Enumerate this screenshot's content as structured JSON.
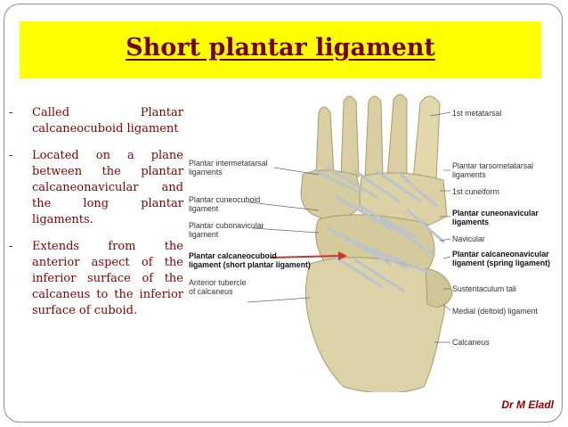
{
  "slide": {
    "title": "Short plantar ligament",
    "bullets": [
      "Called Plantar calcaneocuboid ligament",
      "Located on a plane between the plantar calcaneonavicular and the long plantar ligaments.",
      "Extends from the anterior aspect of the inferior surface of the calcaneus to the inferior surface of cuboid."
    ],
    "bullet_marker": "-",
    "author": "Dr M Eladl"
  },
  "figure": {
    "left_labels": [
      [
        "Plantar intermetatarsal",
        "ligaments"
      ],
      [
        "Plantar cuneocuboid",
        "ligament"
      ],
      [
        "Plantar cubonavicular",
        "ligament"
      ],
      [
        "Plantar calcaneocuboid",
        "ligament (short plantar ligament)"
      ],
      [
        "Anterior tubercle",
        "of calcaneus"
      ]
    ],
    "right_labels": [
      [
        "1st metatarsal"
      ],
      [
        "Plantar tarsometatarsal",
        "ligaments"
      ],
      [
        "1st cuneiform"
      ],
      [
        "Plantar cuneonavicular",
        "ligaments"
      ],
      [
        "Navicular"
      ],
      [
        "Plantar calcaneonavicular",
        "ligament (spring ligament)"
      ],
      [
        "Sustentaculum tali"
      ],
      [
        "Medial (deltoid) ligament"
      ],
      [
        "Calcaneus"
      ]
    ],
    "colors": {
      "bone": "#d9cfa3",
      "ligament": "#b9c3cc",
      "arrow": "#c0392b"
    }
  }
}
